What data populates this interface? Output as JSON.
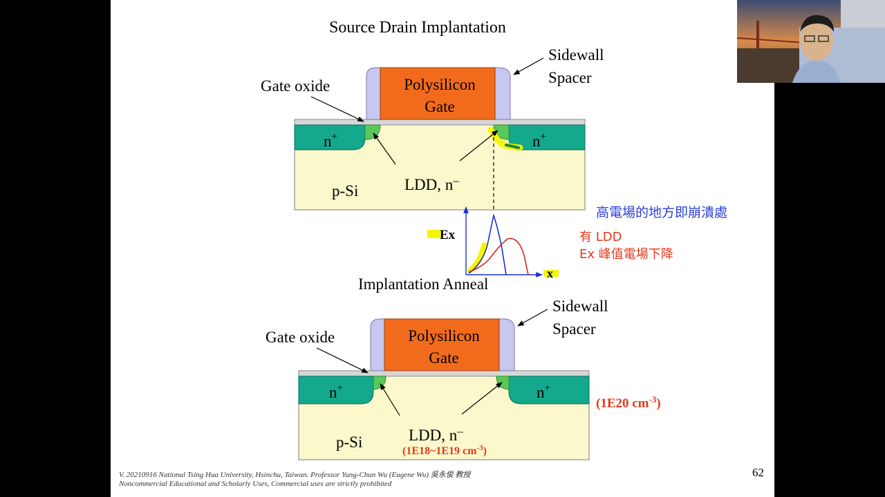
{
  "slide": {
    "title": "Source Drain Implantation",
    "top": {
      "gate_line1": "Polysilicon",
      "gate_line2": "Gate",
      "spacer_line1": "Sidewall",
      "spacer_line2": "Spacer",
      "oxide_label": "Gate oxide",
      "nplus_left": "n",
      "nplus_right": "n",
      "plus": "+",
      "substrate": "p-Si",
      "ldd": "LDD, n",
      "minus": "–"
    },
    "field_graph": {
      "y_axis_label": "Ex",
      "x_axis_label": "x",
      "caption": "Implantation Anneal"
    },
    "notes": {
      "breakdown": "高電場的地方即崩潰處",
      "with_ldd": "有 LDD",
      "peak_drop": "Ex 峰值電場下降"
    },
    "bottom": {
      "gate_line1": "Polysilicon",
      "gate_line2": "Gate",
      "spacer_line1": "Sidewall",
      "spacer_line2": "Spacer",
      "oxide_label": "Gate oxide",
      "nplus_left": "n",
      "nplus_right": "n",
      "plus": "+",
      "substrate": "p-Si",
      "ldd": "LDD, n",
      "minus": "–",
      "nplus_conc_base": "(1E20 cm",
      "nplus_conc_exp": "-3",
      "nplus_conc_close": ")",
      "ldd_conc_base": "(1E18~1E19 cm",
      "ldd_conc_exp": "-3",
      "ldd_conc_close": ")"
    },
    "footer_line1": "V. 20210916 National Tsing Hua University, Hsinchu, Taiwan. Professor Yung-Chun Wu (Eugene Wu) 吳永俊 教授",
    "footer_line2": "Noncommercial Educational and Scholarly Uses, Commercial uses are strictly prohibited",
    "page_number": "62"
  },
  "colors": {
    "gate": "#f26b1d",
    "spacer": "#c7c7f0",
    "nplus": "#14a88c",
    "ldd": "#5ac85a",
    "substrate": "#fbf8cc",
    "oxide": "#d6d6d6",
    "highlight": "#f5f500",
    "note_blue": "#2b3fd6",
    "note_red": "#e23a1a"
  }
}
